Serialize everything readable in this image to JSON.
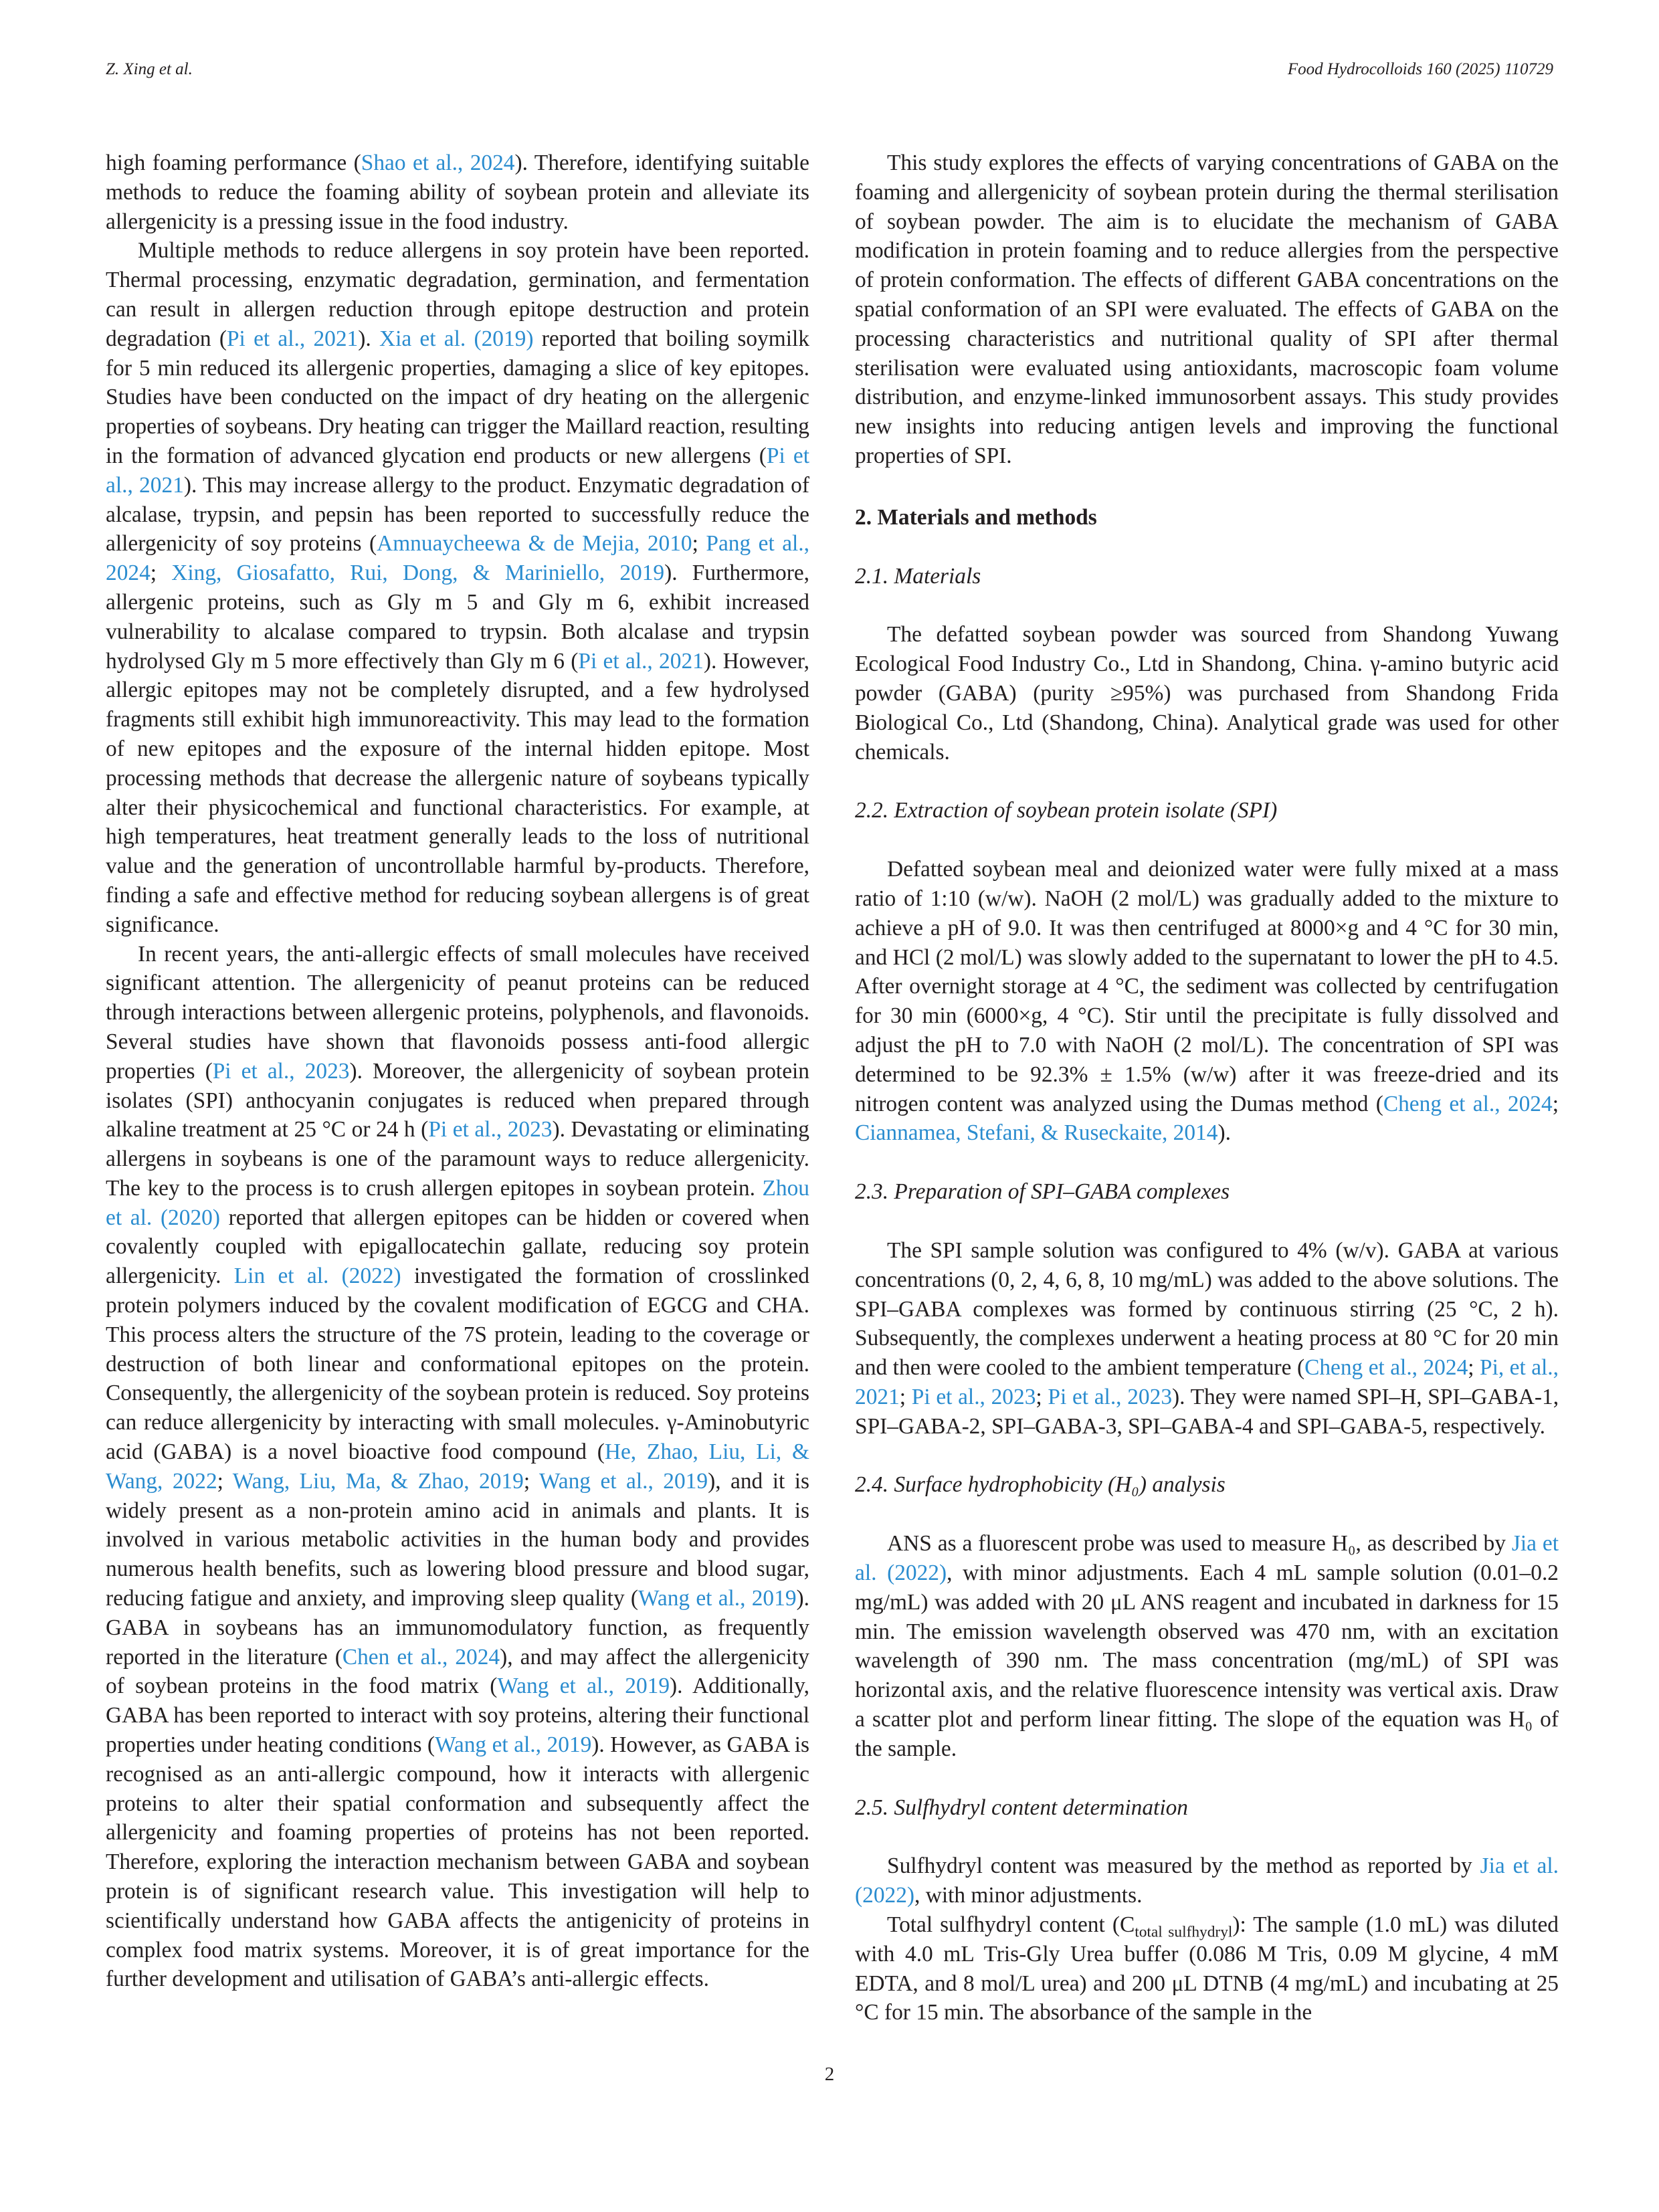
{
  "header": {
    "left": "Z. Xing et al.",
    "right": "Food Hydrocolloids 160 (2025) 110729"
  },
  "left_column": {
    "p1": {
      "a": "high foaming performance (",
      "l1": "Shao et al., 2024",
      "b": "). Therefore, identifying suitable methods to reduce the foaming ability of soybean protein and alleviate its allergenicity is a pressing issue in the food industry."
    },
    "p2": {
      "a": "Multiple methods to reduce allergens in soy protein have been reported. Thermal processing, enzymatic degradation, germination, and fermentation can result in allergen reduction through epitope destruction and protein degradation (",
      "l1": "Pi et al., 2021",
      "b": "). ",
      "l2": "Xia et al. (2019)",
      "c": " reported that boiling soymilk for 5 min reduced its allergenic properties, damaging a slice of key epitopes. Studies have been conducted on the impact of dry heating on the allergenic properties of soybeans. Dry heating can trigger the Maillard reaction, resulting in the formation of advanced glycation end products or new allergens (",
      "l3": "Pi et al., 2021",
      "d": "). This may increase allergy to the product. Enzymatic degradation of alcalase, trypsin, and pepsin has been reported to successfully reduce the allergenicity of soy proteins (",
      "l4": "Amnuaycheewa & de Mejia, 2010",
      "e": "; ",
      "l5": "Pang et al., 2024",
      "f": "; ",
      "l6": "Xing, Giosafatto, Rui, Dong, & Mariniello, 2019",
      "g": "). Furthermore, allergenic proteins, such as Gly m 5 and Gly m 6, exhibit increased vulnerability to alcalase compared to trypsin. Both alcalase and trypsin hydrolysed Gly m 5 more effectively than Gly m 6 (",
      "l7": "Pi et al., 2021",
      "h": "). However, allergic epitopes may not be completely disrupted, and a few hydrolysed fragments still exhibit high immunoreactivity. This may lead to the formation of new epitopes and the exposure of the internal hidden epitope. Most processing methods that decrease the allergenic nature of soybeans typically alter their physicochemical and functional characteristics. For example, at high temperatures, heat treatment generally leads to the loss of nutritional value and the generation of uncontrollable harmful by-products. Therefore, finding a safe and effective method for reducing soybean allergens is of great significance."
    },
    "p3": {
      "a": "In recent years, the anti-allergic effects of small molecules have received significant attention. The allergenicity of peanut proteins can be reduced through interactions between allergenic proteins, polyphenols, and flavonoids. Several studies have shown that flavonoids possess anti-food allergic properties (",
      "l1": "Pi et al., 2023",
      "b": "). Moreover, the allergenicity of soybean protein isolates (SPI) anthocyanin conjugates is reduced when prepared through alkaline treatment at 25 °C or 24 h (",
      "l2": "Pi et al., 2023",
      "c": "). Devastating or eliminating allergens in soybeans is one of the paramount ways to reduce allergenicity. The key to the process is to crush allergen epitopes in soybean protein. ",
      "l3": "Zhou et al. (2020)",
      "d": " reported that allergen epitopes can be hidden or covered when covalently coupled with epigallocatechin gallate, reducing soy protein allergenicity. ",
      "l4": "Lin et al. (2022)",
      "e": " investigated the formation of crosslinked protein polymers induced by the covalent modification of EGCG and CHA. This process alters the structure of the 7S protein, leading to the coverage or destruction of both linear and conformational epitopes on the protein. Consequently, the allergenicity of the soybean protein is reduced. Soy proteins can reduce allergenicity by interacting with small molecules. γ-Aminobutyric acid (GABA) is a novel bioactive food compound (",
      "l5": "He, Zhao, Liu, Li, & Wang, 2022",
      "f": "; ",
      "l6": "Wang, Liu, Ma, & Zhao, 2019",
      "g": "; ",
      "l7": "Wang et al., 2019",
      "h": "), and it is widely present as a non-protein amino acid in animals and plants. It is involved in various metabolic activities in the human body and provides numerous health benefits, such as lowering blood pressure and blood sugar, reducing fatigue and anxiety, and improving sleep quality (",
      "l8": "Wang et al., 2019",
      "i": "). GABA in soybeans has an immunomodulatory function, as frequently reported in the literature (",
      "l9": "Chen et al., 2024",
      "j": "), and may affect the allergenicity of soybean proteins in the food matrix (",
      "l10": "Wang et al., 2019",
      "k": "). Additionally, GABA has been reported to interact with soy proteins, altering their functional properties under heating conditions (",
      "l11": "Wang et al., 2019",
      "m": "). However, as GABA is recognised as an anti-allergic compound, how it interacts with allergenic proteins to alter their spatial conformation and subsequently affect the allergenicity and foaming properties of proteins has not been reported. Therefore, exploring the interaction mechanism between GABA and soybean protein is of significant research value. This investigation will help to scientifically understand how GABA affects the antigenicity of proteins in complex food matrix systems. Moreover, it is of great importance for the further development and utilisation of GABA’s anti-allergic effects."
    }
  },
  "right_column": {
    "intro": "This study explores the effects of varying concentrations of GABA on the foaming and allergenicity of soybean protein during the thermal sterilisation of soybean powder. The aim is to elucidate the mechanism of GABA modification in protein foaming and to reduce allergies from the perspective of protein conformation. The effects of different GABA concentrations on the spatial conformation of an SPI were evaluated. The effects of GABA on the processing characteristics and nutritional quality of SPI after thermal sterilisation were evaluated using antioxidants, macroscopic foam volume distribution, and enzyme-linked immunosorbent assays. This study provides new insights into reducing antigen levels and improving the functional properties of SPI.",
    "section2": "2.  Materials and methods",
    "s21_title": "2.1.  Materials",
    "s21_text": "The defatted soybean powder was sourced from Shandong Yuwang Ecological Food Industry Co., Ltd in Shandong, China. γ-amino butyric acid powder (GABA) (purity ≥95%) was purchased from Shandong Frida Biological Co., Ltd (Shandong, China). Analytical grade was used for other chemicals.",
    "s22_title": "2.2.  Extraction of soybean protein isolate (SPI)",
    "s22": {
      "a": "Defatted soybean meal and deionized water were fully mixed at a mass ratio of 1:10 (w/w). NaOH (2 mol/L) was gradually added to the mixture to achieve a pH of 9.0. It was then centrifuged at 8000×g and 4 °C for 30 min, and HCl (2 mol/L) was slowly added to the supernatant to lower the pH to 4.5. After overnight storage at 4 °C, the sediment was collected by centrifugation for 30 min (6000×g, 4 °C). Stir until the precipitate is fully dissolved and adjust the pH to 7.0 with NaOH (2 mol/L). The concentration of SPI was determined to be 92.3% ± 1.5% (w/w) after it was freeze-dried and its nitrogen content was analyzed using the Dumas method (",
      "l1": "Cheng et al., 2024",
      "b": "; ",
      "l2": "Ciannamea, Stefani, & Ruseckaite, 2014",
      "c": ")."
    },
    "s23_title": "2.3.  Preparation of SPI–GABA complexes",
    "s23": {
      "a": "The SPI sample solution was configured to 4% (w/v). GABA at various concentrations (0, 2, 4, 6, 8, 10 mg/mL) was added to the above solutions. The SPI–GABA complexes was formed by continuous stirring (25 °C, 2 h). Subsequently, the complexes underwent a heating process at 80 °C for 20 min and then were cooled to the ambient temperature (",
      "l1": "Cheng et al., 2024",
      "b": "; ",
      "l2": "Pi, et al., 2021",
      "c": "; ",
      "l3": "Pi et al., 2023",
      "d": "; ",
      "l4": "Pi et al., 2023",
      "e": "). They were named SPI–H, SPI–GABA-1, SPI–GABA-2, SPI–GABA-3, SPI–GABA-4 and SPI–GABA-5, respectively."
    },
    "s24_title": "2.4.  Surface hydrophobicity (H₀) analysis",
    "s24": {
      "a": "ANS as a fluorescent probe was used to measure H₀, as described by ",
      "l1": "Jia et al. (2022)",
      "b": ", with minor adjustments. Each 4 mL sample solution (0.01–0.2 mg/mL) was added with 20 μL ANS reagent and incubated in darkness for 15 min. The emission wavelength observed was 470 nm, with an excitation wavelength of 390 nm. The mass concentration (mg/mL) of SPI was horizontal axis, and the relative fluorescence intensity was vertical axis. Draw a scatter plot and perform linear fitting. The slope of the equation was H₀ of the sample."
    },
    "s25_title": "2.5.  Sulfhydryl content determination",
    "s25": {
      "a": "Sulfhydryl content was measured by the method as reported by ",
      "l1": "Jia et al. (2022)",
      "b": ", with minor adjustments.",
      "c": "Total sulfhydryl content (C",
      "csub": "total sulfhydryl",
      "d": "): The sample (1.0 mL) was diluted with 4.0 mL Tris-Gly Urea buffer (0.086 M Tris, 0.09 M glycine, 4 mM EDTA, and 8 mol/L urea) and 200 μL DTNB (4 mg/mL) and incubating at 25 °C for 15 min. The absorbance of the sample in the"
    }
  },
  "footer": {
    "page_number": "2"
  },
  "colors": {
    "text": "#231f20",
    "link": "#2a8ccf"
  }
}
